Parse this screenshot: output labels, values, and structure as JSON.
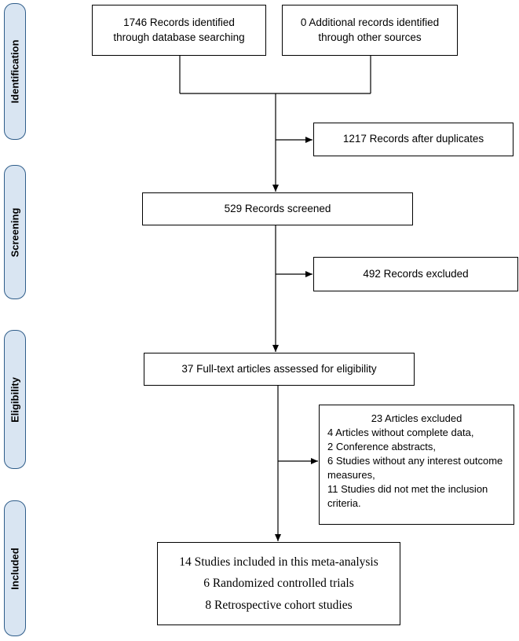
{
  "stages": {
    "identification": "Identification",
    "screening": "Screening",
    "eligibility": "Eligibility",
    "included": "Included"
  },
  "boxes": {
    "db_search": [
      "1746 Records identified",
      "through database searching"
    ],
    "other_sources": [
      "0 Additional records identified",
      "through other sources"
    ],
    "after_duplicates": "1217 Records after duplicates",
    "screened": "529 Records screened",
    "excluded": "492 Records excluded",
    "fulltext": "37 Full-text articles assessed for eligibility",
    "articles_excluded": {
      "heading": "23 Articles excluded",
      "items": [
        "4 Articles without complete data,",
        "2 Conference abstracts,",
        "6 Studies without any interest outcome measures,",
        "11 Studies did not met the inclusion criteria."
      ]
    },
    "included": [
      "14 Studies included in this meta-analysis",
      "6 Randomized controlled trials",
      "8 Retrospective cohort studies"
    ]
  }
}
